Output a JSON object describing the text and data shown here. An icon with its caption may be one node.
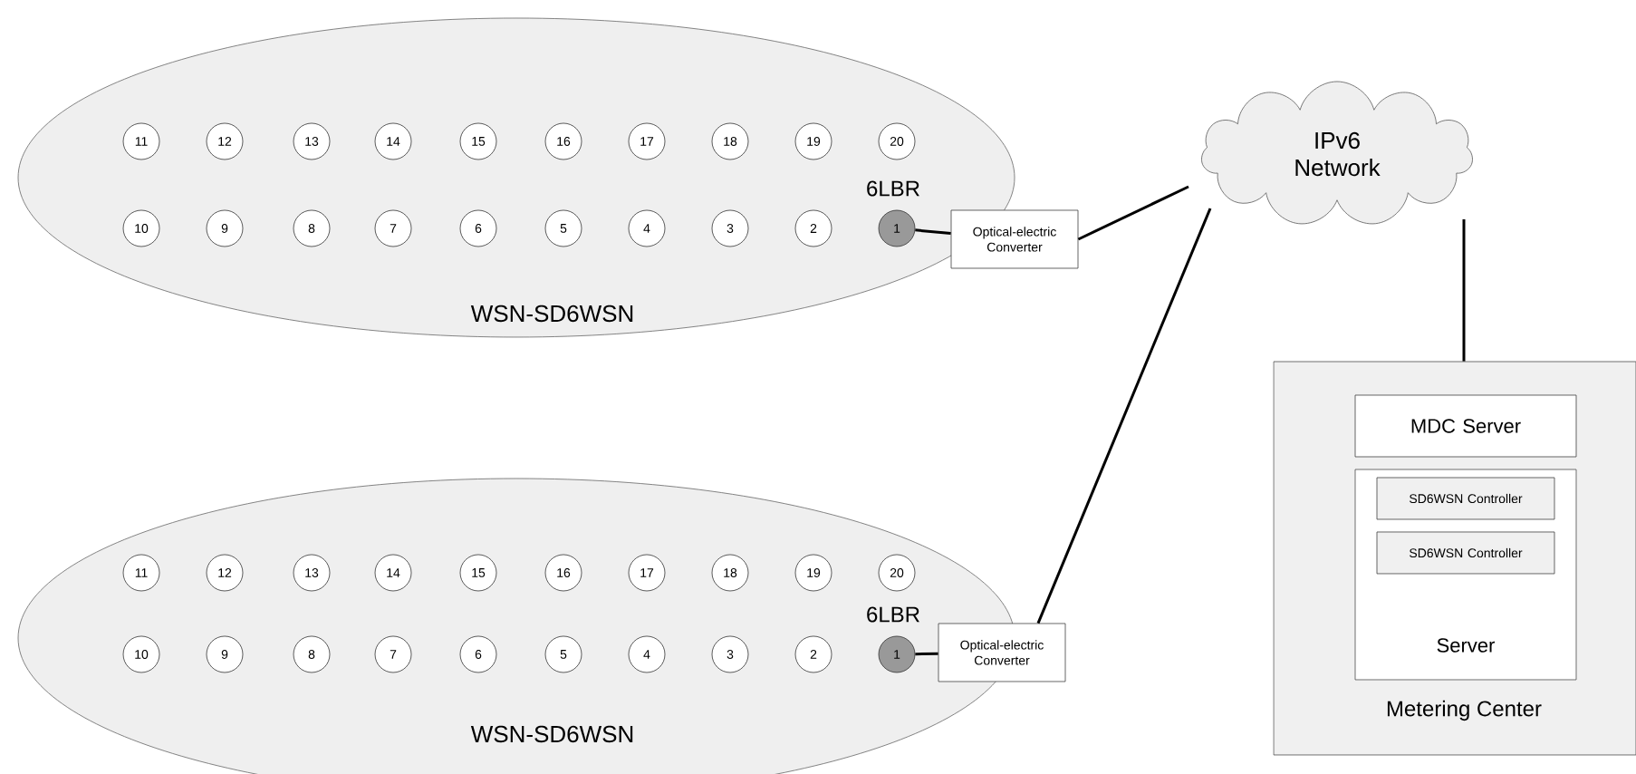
{
  "diagram": {
    "nodes": [
      {
        "text": [
          "WSN-SD6WSN"
        ]
      },
      {
        "text": [
          "11"
        ],
        "in": 0
      },
      {
        "text": [
          "12"
        ],
        "in": 0
      },
      {
        "text": [
          "13"
        ],
        "in": 0
      },
      {
        "text": [
          "14"
        ],
        "in": 0
      },
      {
        "text": [
          "15"
        ],
        "in": 0
      },
      {
        "text": [
          "16"
        ],
        "in": 0
      },
      {
        "text": [
          "17"
        ],
        "in": 0
      },
      {
        "text": [
          "18"
        ],
        "in": 0
      },
      {
        "text": [
          "19"
        ],
        "in": 0
      },
      {
        "text": [
          "20"
        ],
        "in": 0
      },
      {
        "text": [
          "10"
        ],
        "in": 0
      },
      {
        "text": [
          "9"
        ],
        "in": 0
      },
      {
        "text": [
          "8"
        ],
        "in": 0
      },
      {
        "text": [
          "7"
        ],
        "in": 0
      },
      {
        "text": [
          "6"
        ],
        "in": 0
      },
      {
        "text": [
          "5"
        ],
        "in": 0
      },
      {
        "text": [
          "4"
        ],
        "in": 0
      },
      {
        "text": [
          "3"
        ],
        "in": 0
      },
      {
        "text": [
          "2"
        ],
        "in": 0
      },
      {
        "text": [
          "1"
        ],
        "in": 0,
        "beside": [
          "6LBR"
        ]
      },
      {
        "text": [
          "Optical-electric Converter"
        ]
      },
      {
        "text": [
          "IPv6 Network"
        ]
      },
      {
        "text": [
          "WSN-SD6WSN"
        ]
      },
      {
        "text": [
          "11"
        ],
        "in": 23
      },
      {
        "text": [
          "12"
        ],
        "in": 23
      },
      {
        "text": [
          "13"
        ],
        "in": 23
      },
      {
        "text": [
          "14"
        ],
        "in": 23
      },
      {
        "text": [
          "15"
        ],
        "in": 23
      },
      {
        "text": [
          "16"
        ],
        "in": 23
      },
      {
        "text": [
          "17"
        ],
        "in": 23
      },
      {
        "text": [
          "18"
        ],
        "in": 23
      },
      {
        "text": [
          "19"
        ],
        "in": 23
      },
      {
        "text": [
          "20"
        ],
        "in": 23
      },
      {
        "text": [
          "10"
        ],
        "in": 23
      },
      {
        "text": [
          "9"
        ],
        "in": 23
      },
      {
        "text": [
          "8"
        ],
        "in": 23
      },
      {
        "text": [
          "7"
        ],
        "in": 23
      },
      {
        "text": [
          "6"
        ],
        "in": 23
      },
      {
        "text": [
          "5"
        ],
        "in": 23
      },
      {
        "text": [
          "4"
        ],
        "in": 23
      },
      {
        "text": [
          "3"
        ],
        "in": 23
      },
      {
        "text": [
          "2"
        ],
        "in": 23
      },
      {
        "text": [
          "1"
        ],
        "in": 23,
        "beside": [
          "6LBR"
        ]
      },
      {
        "text": [
          "Optical-electric Converter"
        ]
      },
      {
        "text": [
          "Metering Center"
        ]
      },
      {
        "text": [
          "MDC Server"
        ],
        "in": 45
      },
      {
        "text": [
          "Server"
        ],
        "in": 45
      },
      {
        "text": [
          "SD6WSN Controller"
        ],
        "in": 47
      },
      {
        "text": [
          "SD6WSN Controller"
        ],
        "in": 47
      }
    ],
    "edges": [
      {
        "from": 20,
        "to": 21,
        "arrow": "none"
      },
      {
        "from": 21,
        "to": 22,
        "arrow": "none"
      },
      {
        "from": 43,
        "to": 44,
        "arrow": "none"
      },
      {
        "from": 44,
        "to": 22,
        "arrow": "none"
      },
      {
        "from": 22,
        "to": 45,
        "arrow": "none"
      }
    ]
  }
}
